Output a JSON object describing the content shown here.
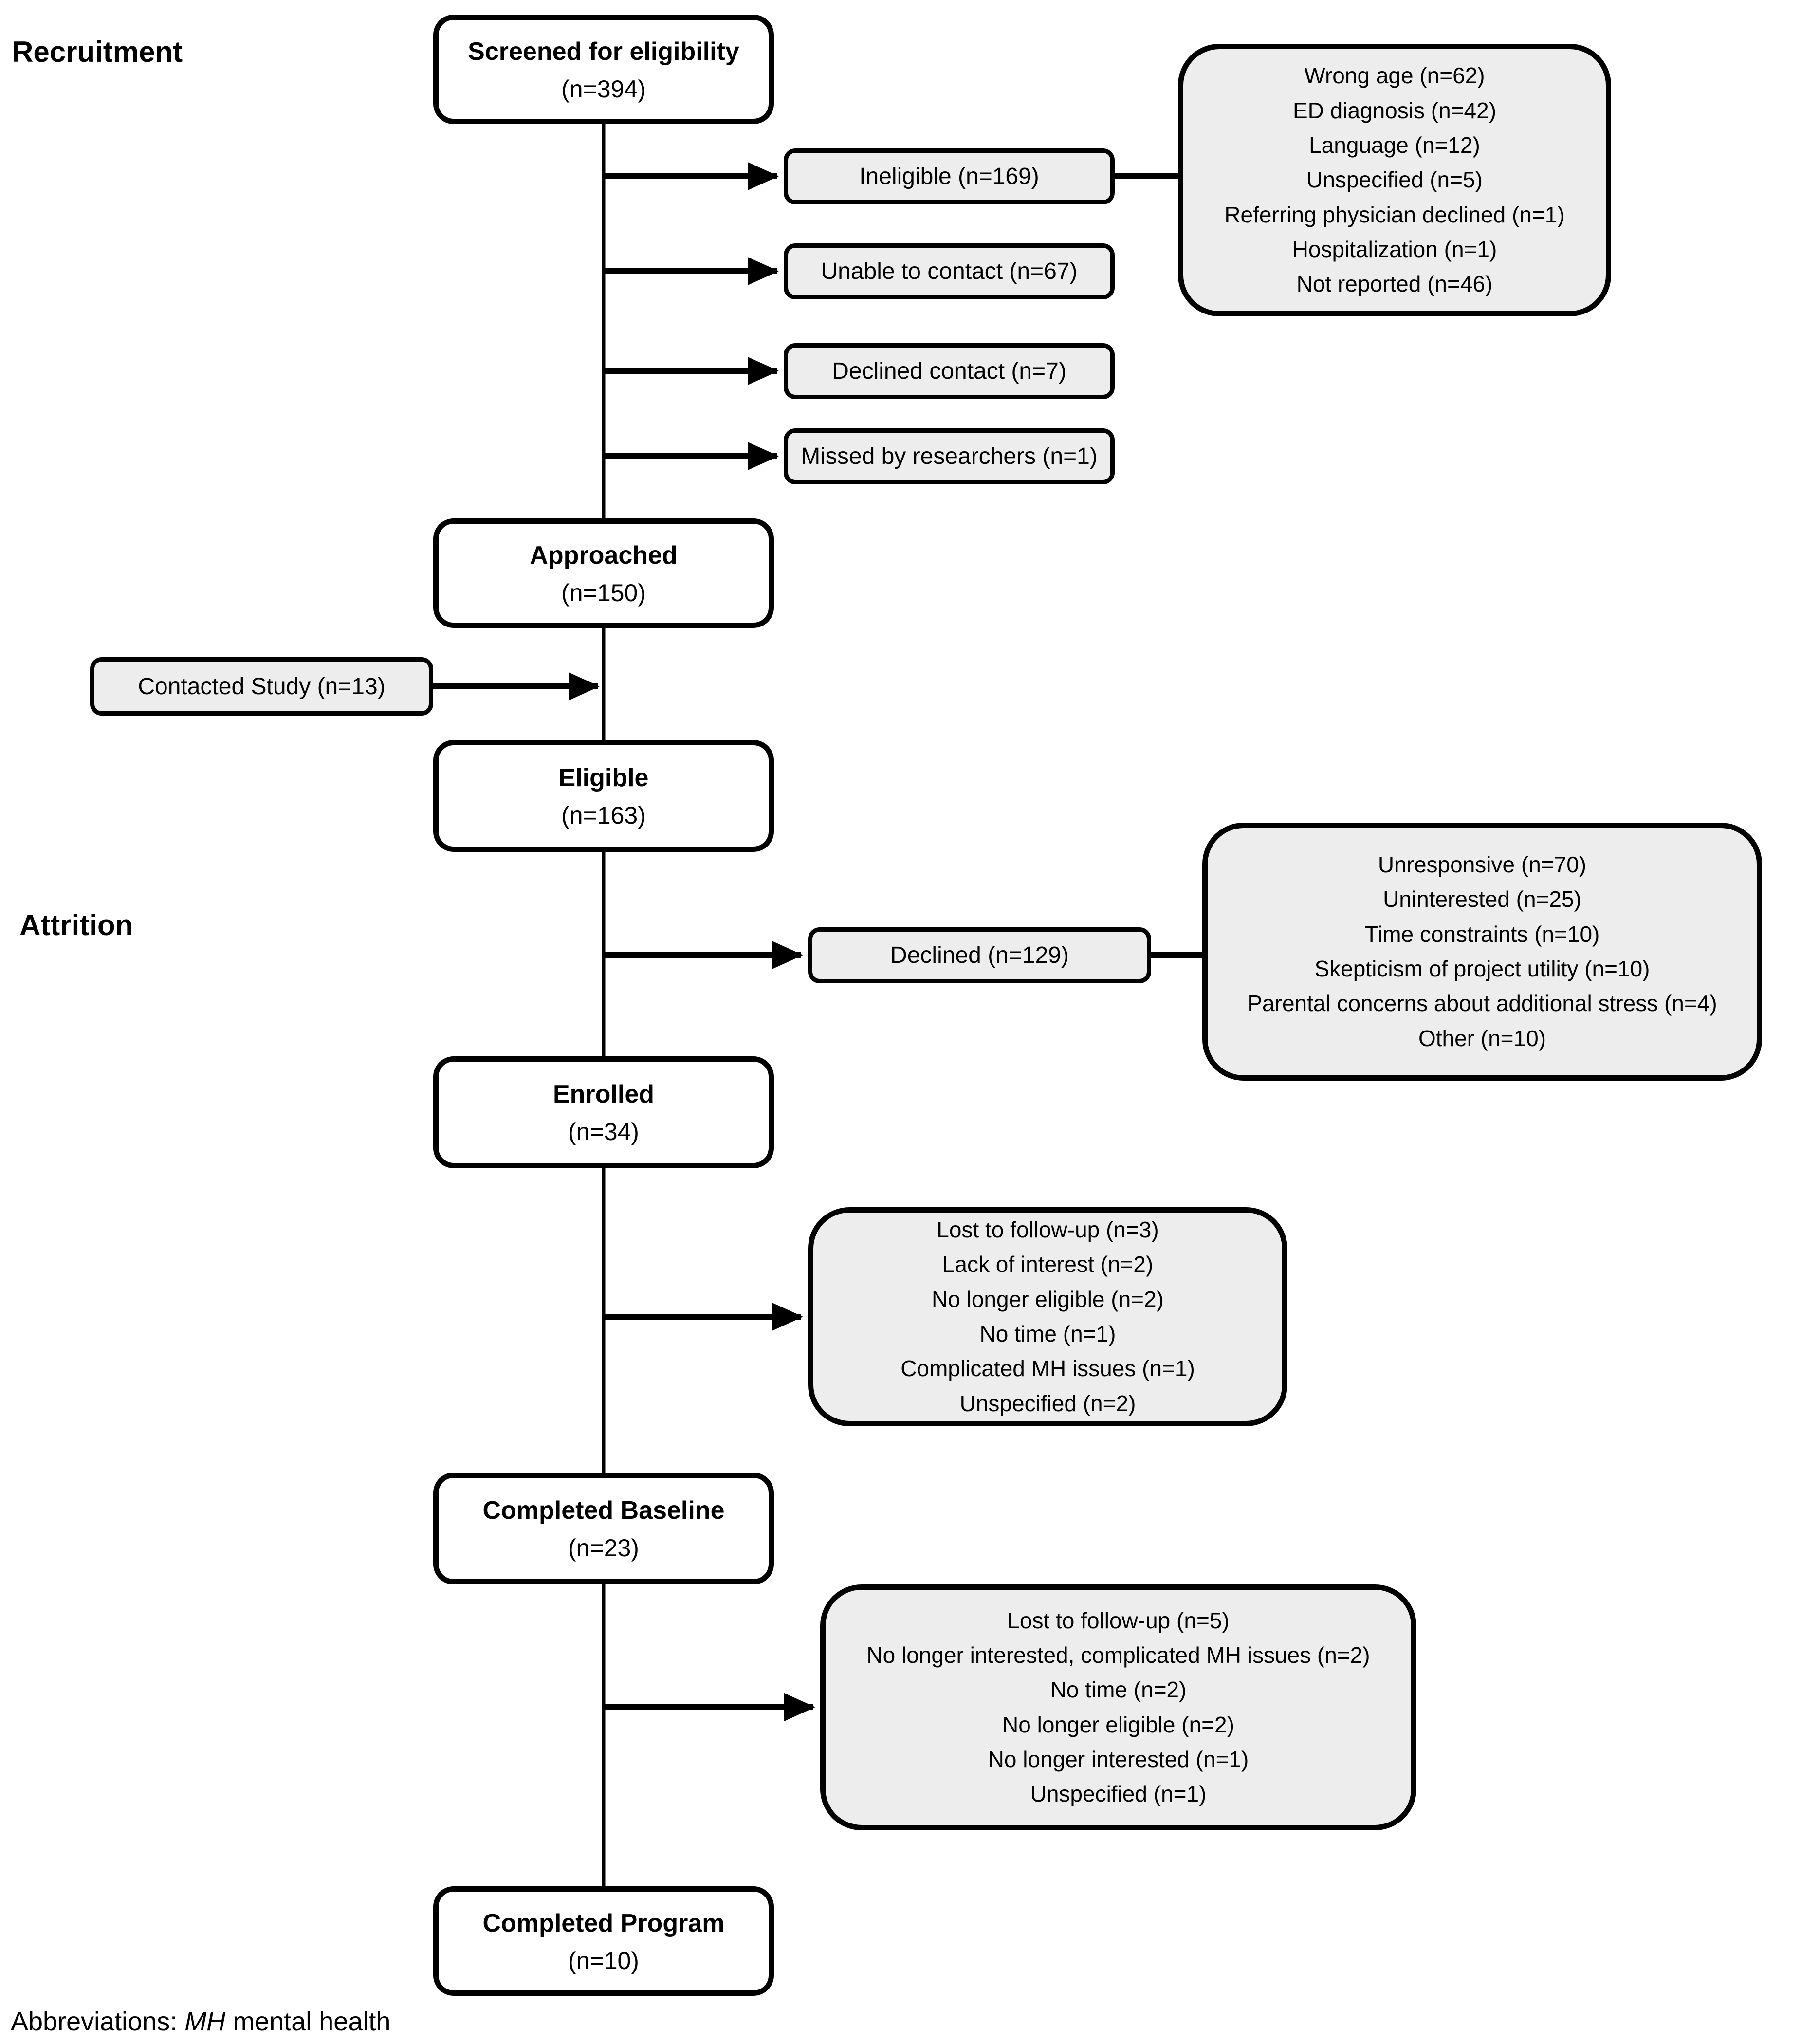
{
  "sections": {
    "recruitment": "Recruitment",
    "attrition": "Attrition"
  },
  "nodes": {
    "screened": {
      "title": "Screened for eligibility",
      "count": "(n=394)"
    },
    "approached": {
      "title": "Approached",
      "count": "(n=150)"
    },
    "eligible": {
      "title": "Eligible",
      "count": "(n=163)"
    },
    "enrolled": {
      "title": "Enrolled",
      "count": "(n=34)"
    },
    "completed_baseline": {
      "title": "Completed Baseline",
      "count": "(n=23)"
    },
    "completed_program": {
      "title": "Completed Program",
      "count": "(n=10)"
    }
  },
  "side_nodes": {
    "ineligible": {
      "label": "Ineligible (n=169)"
    },
    "unable_to_contact": {
      "label": "Unable to contact (n=67)"
    },
    "declined_contact": {
      "label": "Declined contact (n=7)"
    },
    "missed_by_researchers": {
      "label": "Missed by researchers (n=1)"
    },
    "contacted_study": {
      "label": "Contacted Study (n=13)"
    },
    "declined": {
      "label": "Declined (n=129)"
    }
  },
  "reason_boxes": {
    "ineligible_reasons": {
      "lines": [
        "Wrong age (n=62)",
        "ED diagnosis (n=42)",
        "Language (n=12)",
        "Unspecified (n=5)",
        "Referring physician declined (n=1)",
        "Hospitalization (n=1)",
        "Not reported (n=46)"
      ]
    },
    "declined_reasons": {
      "lines": [
        "Unresponsive (n=70)",
        "Uninterested (n=25)",
        "Time constraints (n=10)",
        "Skepticism of project utility (n=10)",
        "Parental concerns about additional stress (n=4)",
        "Other (n=10)"
      ]
    },
    "enrolled_attrition_reasons": {
      "lines": [
        "Lost to follow-up (n=3)",
        "Lack of interest (n=2)",
        "No longer eligible (n=2)",
        "No time (n=1)",
        "Complicated MH issues (n=1)",
        "Unspecified (n=2)"
      ]
    },
    "baseline_attrition_reasons": {
      "lines": [
        "Lost to follow-up (n=5)",
        "No longer interested, complicated MH issues (n=2)",
        "No time (n=2)",
        "No longer eligible (n=2)",
        "No longer interested (n=1)",
        "Unspecified (n=1)"
      ]
    }
  },
  "footer": {
    "prefix": "Abbreviations: ",
    "abbr": "MH",
    "definition": " mental health"
  },
  "colors": {
    "node_fill": "#ffffff",
    "side_fill": "#ededed",
    "line": "#000000"
  }
}
